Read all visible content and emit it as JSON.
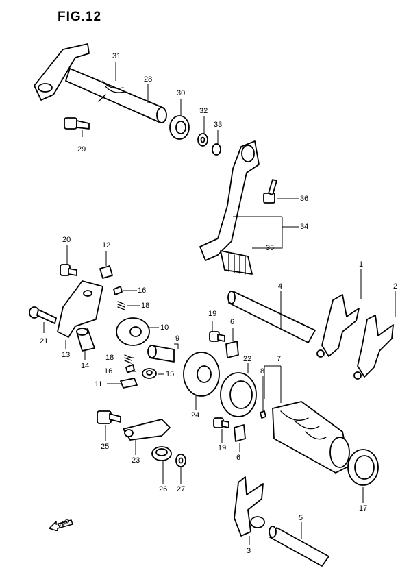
{
  "figure": {
    "title": "FIG.12"
  },
  "fwd_label": "FWD",
  "callouts": {
    "c1": "1",
    "c2": "2",
    "c3": "3",
    "c4": "4",
    "c5": "5",
    "c6a": "6",
    "c6b": "6",
    "c7": "7",
    "c8": "8",
    "c9": "9",
    "c10": "10",
    "c11": "11",
    "c12": "12",
    "c13": "13",
    "c14": "14",
    "c15": "15",
    "c16a": "16",
    "c16b": "16",
    "c17": "17",
    "c18a": "18",
    "c18b": "18",
    "c19a": "19",
    "c19b": "19",
    "c20": "20",
    "c21": "21",
    "c22": "22",
    "c23": "23",
    "c24": "24",
    "c25": "25",
    "c26": "26",
    "c27": "27",
    "c28": "28",
    "c29": "29",
    "c30": "30",
    "c31": "31",
    "c32": "32",
    "c33": "33",
    "c34": "34",
    "c35": "35",
    "c36": "36"
  }
}
